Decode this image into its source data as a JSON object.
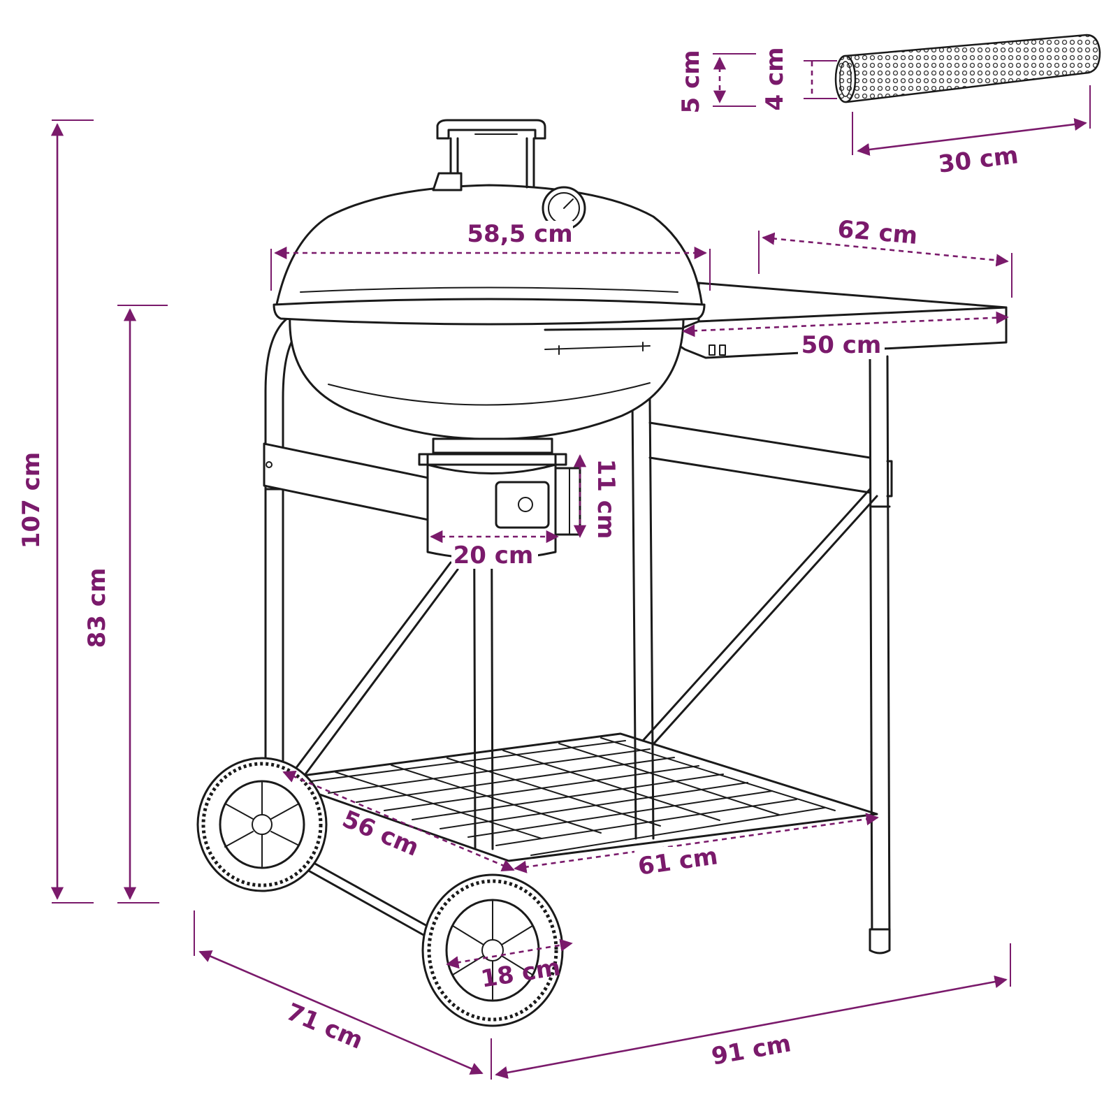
{
  "colors": {
    "dimension": "#7a1a6b",
    "line_art": "#1a1a1a",
    "background": "#ffffff"
  },
  "product": {
    "name": "kettle charcoal grill cart",
    "accessory": "perforated smoker tube"
  },
  "dimensions": {
    "total_height": "107 cm",
    "work_height": "83 cm",
    "bowl_diameter": "58,5 cm",
    "shelf_width": "62 cm",
    "shelf_depth": "50 cm",
    "ash_catcher_height": "11 cm",
    "ash_catcher_width": "20 cm",
    "lower_rack_depth": "56 cm",
    "lower_rack_width": "61 cm",
    "wheel_diameter": "18 cm",
    "total_depth": "71 cm",
    "total_width": "91 cm",
    "tube_outer": "5 cm",
    "tube_inner": "4 cm",
    "tube_length": "30 cm"
  }
}
